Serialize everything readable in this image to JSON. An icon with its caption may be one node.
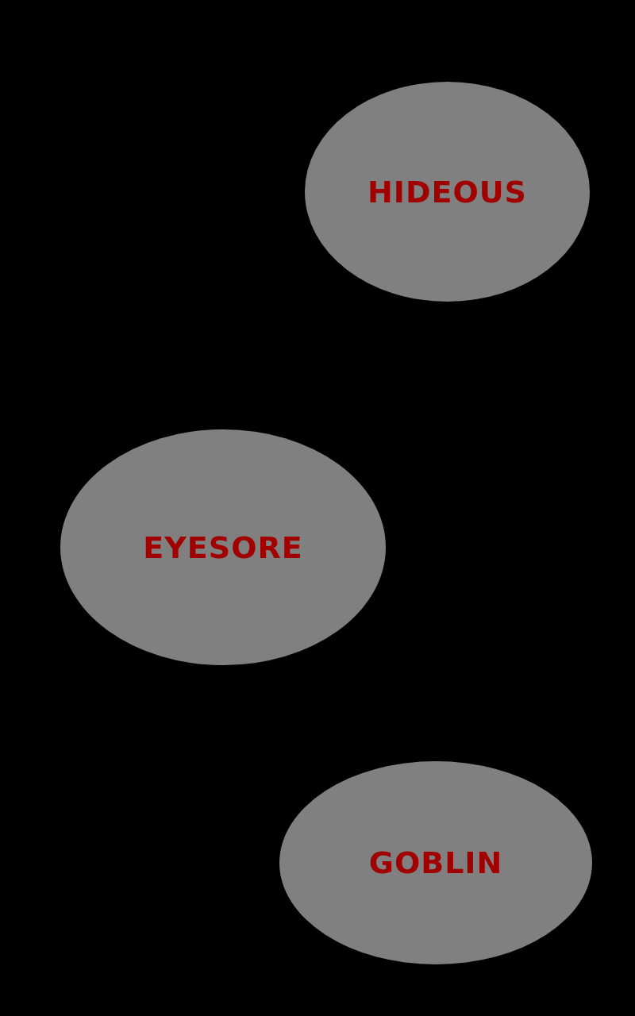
{
  "diagram": {
    "nodes": [
      {
        "text": [
          "HIDEOUS"
        ]
      },
      {
        "text": [
          "EYESORE"
        ]
      },
      {
        "text": [
          "GOBLIN"
        ]
      }
    ]
  }
}
